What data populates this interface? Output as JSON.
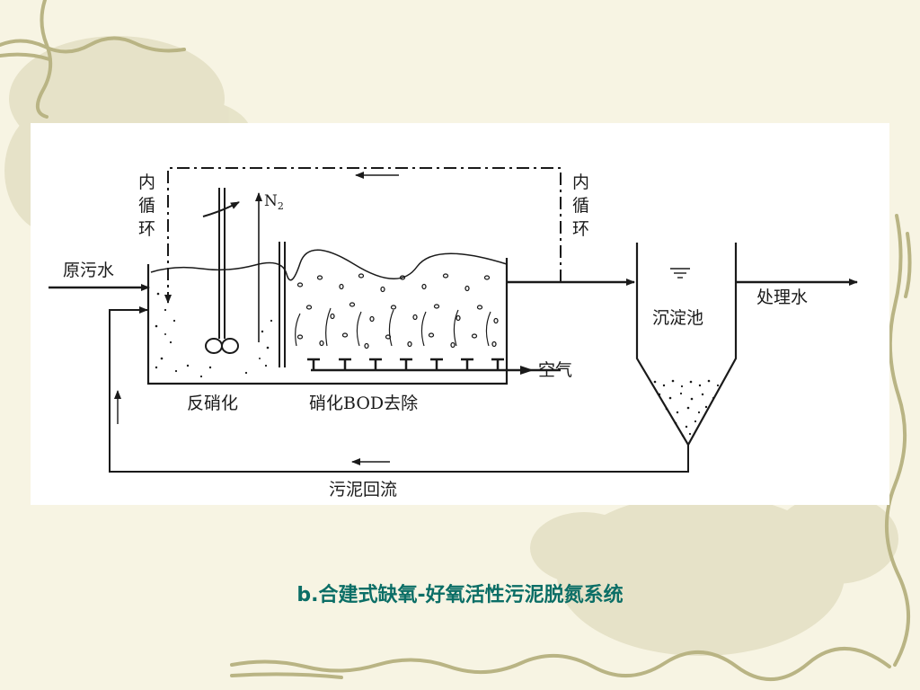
{
  "diagram": {
    "labels": {
      "inner_circ_left": [
        "内",
        "循",
        "环"
      ],
      "inner_circ_right": [
        "内",
        "循",
        "环"
      ],
      "n2": "N",
      "n2_sub": "2",
      "raw_sewage": "原污水",
      "treated_water": "处理水",
      "clarifier": "沉淀池",
      "air": "空气",
      "denitrification": "反硝化",
      "nitrification_bod": "硝化BOD去除",
      "sludge_return": "污泥回流"
    }
  },
  "caption": {
    "prefix": "b.",
    "text": "合建式缺氧-好氧活性污泥脱氮系统"
  },
  "colors": {
    "background": "#f7f4e3",
    "panel": "#ffffff",
    "caption": "#0b6e66",
    "line": "#1a1a1a",
    "decoration": "#b9b484"
  }
}
